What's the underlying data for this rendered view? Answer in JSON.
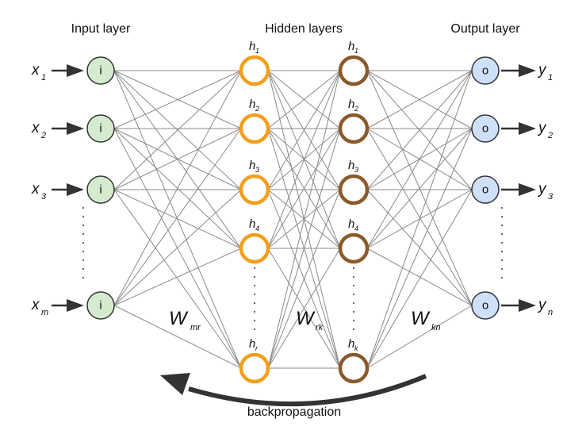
{
  "titles": {
    "input": "Input layer",
    "hidden": "Hidden layers",
    "output": "Output layer"
  },
  "input_layer": {
    "node_glyph": "i",
    "color": "#d4ebd0",
    "labels": [
      {
        "base": "x",
        "sub": "1"
      },
      {
        "base": "x",
        "sub": "2"
      },
      {
        "base": "x",
        "sub": "3"
      },
      {
        "base": "x",
        "sub": "m"
      }
    ]
  },
  "hidden_layer_1": {
    "color": "#f29f1c",
    "labels": [
      {
        "base": "h",
        "sub": "1"
      },
      {
        "base": "h",
        "sub": "2"
      },
      {
        "base": "h",
        "sub": "3"
      },
      {
        "base": "h",
        "sub": "4"
      },
      {
        "base": "h",
        "sub": "r"
      }
    ]
  },
  "hidden_layer_2": {
    "color": "#8b5a2b",
    "labels": [
      {
        "base": "h",
        "sub": "1"
      },
      {
        "base": "h",
        "sub": "2"
      },
      {
        "base": "h",
        "sub": "3"
      },
      {
        "base": "h",
        "sub": "4"
      },
      {
        "base": "h",
        "sub": "k"
      }
    ]
  },
  "output_layer": {
    "node_glyph": "o",
    "color": "#cfe0fb",
    "labels": [
      {
        "base": "y",
        "sub": "1"
      },
      {
        "base": "y",
        "sub": "2"
      },
      {
        "base": "y",
        "sub": "3"
      },
      {
        "base": "y",
        "sub": "n"
      }
    ]
  },
  "weights": [
    {
      "base": "W",
      "sub": "mr"
    },
    {
      "base": "W",
      "sub": "rk"
    },
    {
      "base": "W",
      "sub": "kn"
    }
  ],
  "backprop_label": "backpropagation",
  "colors": {
    "edge": "#8a8a8a",
    "arrow": "#333333",
    "node_stroke": "#333333"
  }
}
